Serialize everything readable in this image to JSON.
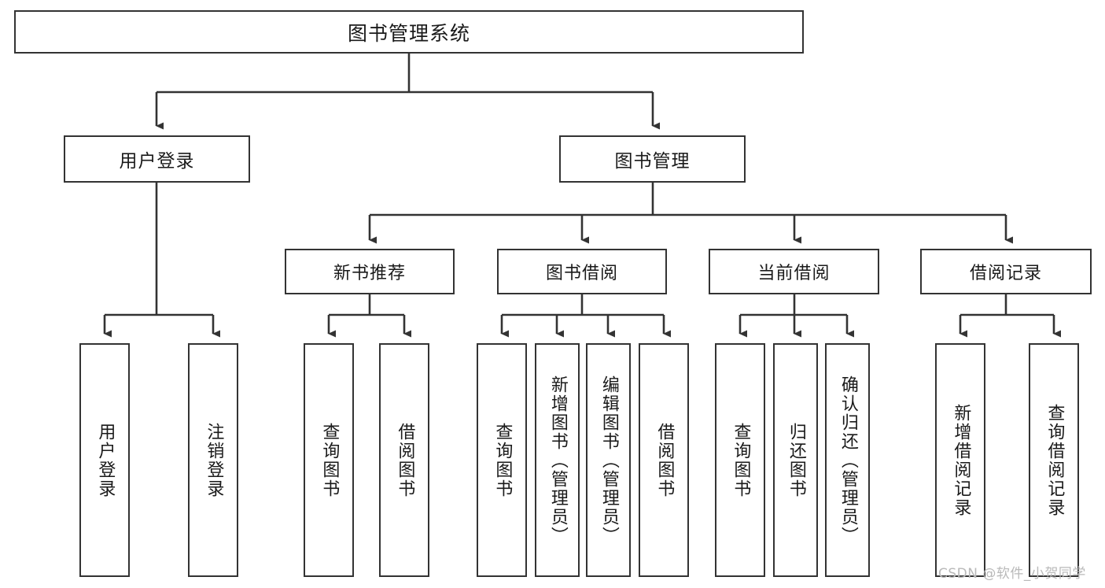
{
  "diagram": {
    "title": "图书管理系统",
    "type": "tree-hierarchy",
    "watermark": "CSDN @软件_小贺同学",
    "colors": {
      "box_border": "#333333",
      "box_fill": "#ffffff",
      "connector": "#333333",
      "text": "#1a1a1a",
      "watermark": "#b9b9b9",
      "background": "#ffffff"
    },
    "root": {
      "label": "图书管理系统"
    },
    "level2": [
      {
        "label": "用户登录"
      },
      {
        "label": "图书管理"
      }
    ],
    "level3": [
      {
        "label": "新书推荐"
      },
      {
        "label": "图书借阅"
      },
      {
        "label": "当前借阅"
      },
      {
        "label": "借阅记录"
      }
    ],
    "leaves": {
      "user_login": [
        {
          "label": "用户登录"
        },
        {
          "label": "注销登录"
        }
      ],
      "new_book_recommend": [
        {
          "label": "查询图书"
        },
        {
          "label": "借阅图书"
        }
      ],
      "book_borrow": [
        {
          "label": "查询图书"
        },
        {
          "label": "新增图书（管理员）"
        },
        {
          "label": "编辑图书（管理员）"
        },
        {
          "label": "借阅图书"
        }
      ],
      "current_borrow": [
        {
          "label": "查询图书"
        },
        {
          "label": "归还图书"
        },
        {
          "label": "确认归还（管理员）"
        }
      ],
      "borrow_record": [
        {
          "label": "新增借阅记录"
        },
        {
          "label": "查询借阅记录"
        }
      ]
    }
  }
}
